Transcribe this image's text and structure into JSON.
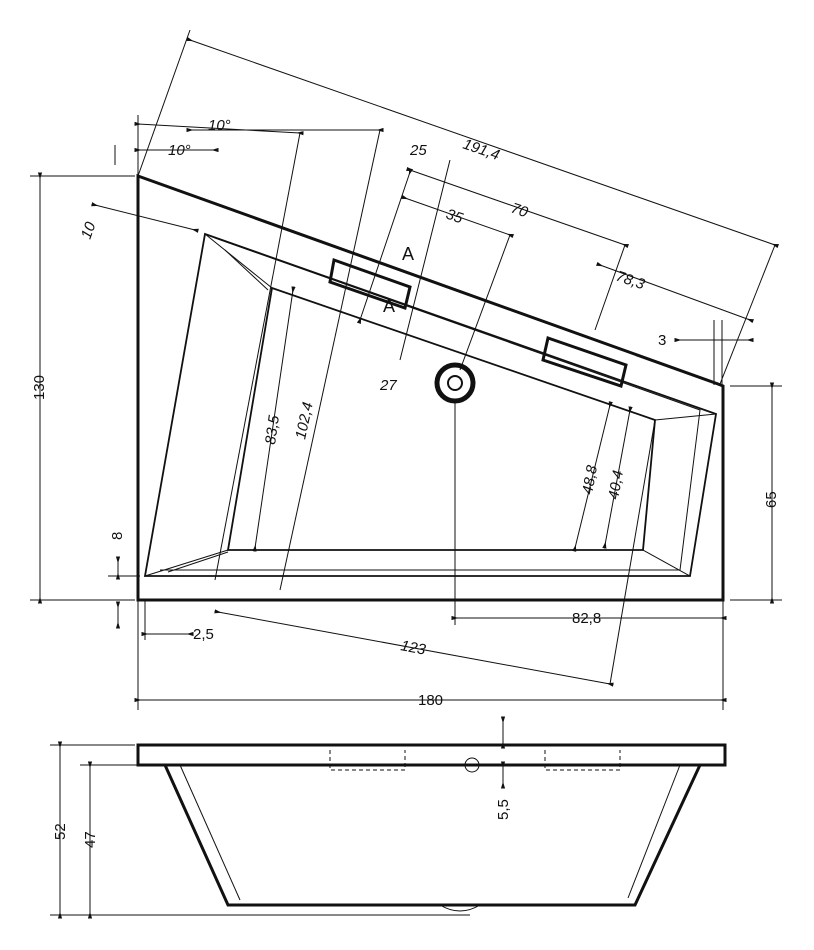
{
  "drawing": {
    "top_view": {
      "angle_outer": "10°",
      "angle_inner": "10°",
      "overflow_offset": "25",
      "diagonal_length": "191,4",
      "handle_spacing": "70",
      "handle_offset": "35",
      "handle_to_corner": "78,3",
      "corner_step": "3",
      "rim_offset": "10",
      "overall_depth_left": "130",
      "inner_depth_bottom": "83,5",
      "inner_depth_top": "102,4",
      "drain_offset": "27",
      "inner_depth_right_outer": "48,8",
      "inner_depth_right_inner": "40,4",
      "depth_right": "65",
      "rim_bottom": "8",
      "edge_offset": "2,5",
      "inner_diagonal": "123",
      "drain_to_right": "82,8",
      "overall_width": "180",
      "section_mark_1": "A",
      "section_mark_2": "A"
    },
    "side_view": {
      "total_height": "52",
      "inner_height": "47",
      "drain_height": "5,5"
    }
  }
}
